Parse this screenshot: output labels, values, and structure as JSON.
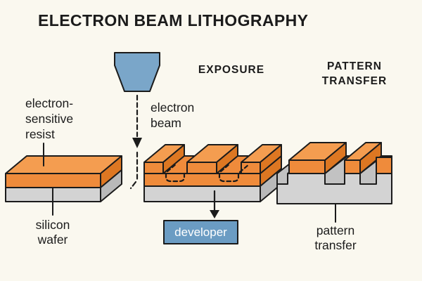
{
  "title": "ELECTRON BEAM LITHOGRAPHY",
  "headers": {
    "exposure": "EXPOSURE",
    "pattern_transfer": [
      "PATTERN",
      "TRANSFER"
    ]
  },
  "labels": {
    "resist": [
      "electron-",
      "sensitive",
      "resist"
    ],
    "beam": [
      "electron",
      "beam"
    ],
    "wafer": [
      "silicon",
      "wafer"
    ],
    "developer": "developer",
    "pattern_transfer": [
      "pattern",
      "transfer"
    ]
  },
  "colors": {
    "background": "#faf8ef",
    "resist_orange": "#ef8b3b",
    "resist_orange_light": "#f49d50",
    "resist_orange_dark": "#dd7722",
    "wafer_gray": "#d3d3d3",
    "wafer_gray_top": "#d9d9d9",
    "wafer_gray_dark": "#b9b9b9",
    "trench_gray": "#c2c2c2",
    "beam_blue": "#7aa6c9",
    "developer_blue": "#6b9cc3",
    "outline": "#1b1b1b"
  }
}
